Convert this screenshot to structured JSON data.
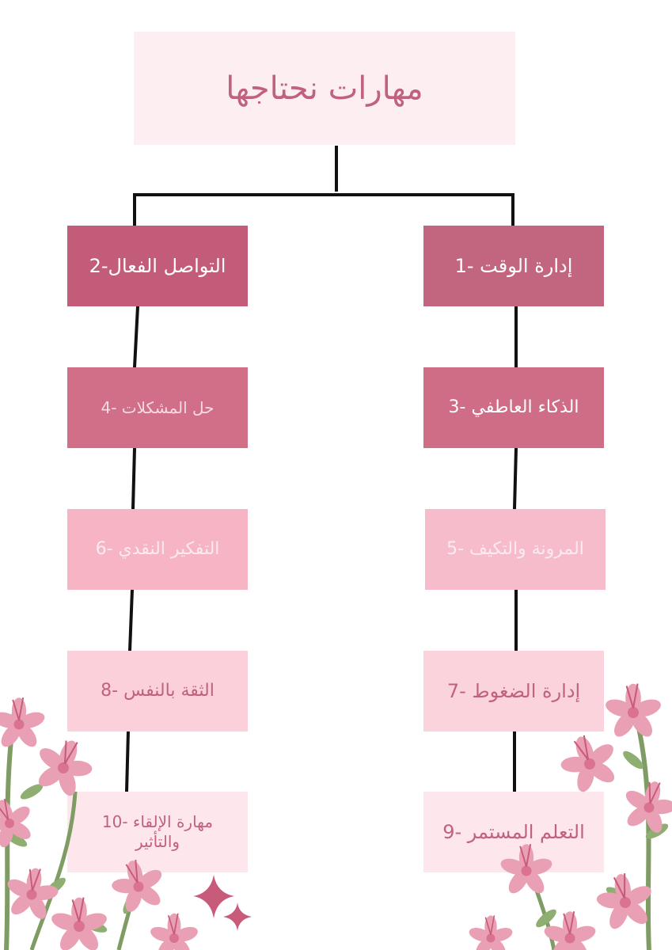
{
  "title": "مهارات نحتاجها",
  "skills": {
    "s1": "إدارة الوقت -1",
    "s2": "التواصل الفعال-2",
    "s3": "الذكاء العاطفي -3",
    "s4": "حل المشكلات -4",
    "s5": "المرونة والتكيف -5",
    "s6": "التفكير النقدي -6",
    "s7": "إدارة الضغوط -7",
    "s8": "الثقة بالنفس -8",
    "s9": "التعلم المستمر -9",
    "s10": "مهارة الإلقاء -10 والتأثير"
  },
  "colors": {
    "title_bg": "#fdeef1",
    "title_text": "#c0627e",
    "row1_bg": "#c35f7a",
    "row1_text": "#ffffff",
    "row2_bg": "#cf6d86",
    "row2_text": "#f6dbe2",
    "row3_bg": "#f6b6c6",
    "row3_text": "#fbeaf0",
    "row4_bg": "#fbd3dd",
    "row4_text": "#c0627e",
    "row5_bg": "#fde6ec",
    "row5_text": "#c0627e",
    "connector": "#111111",
    "flower": "#eaa0b4",
    "flower_dark": "#d9738f",
    "leaf": "#8fae72",
    "sparkle": "#c85a7a"
  },
  "icons": [
    "pink-flower-branch-icon",
    "sparkle-icon"
  ]
}
